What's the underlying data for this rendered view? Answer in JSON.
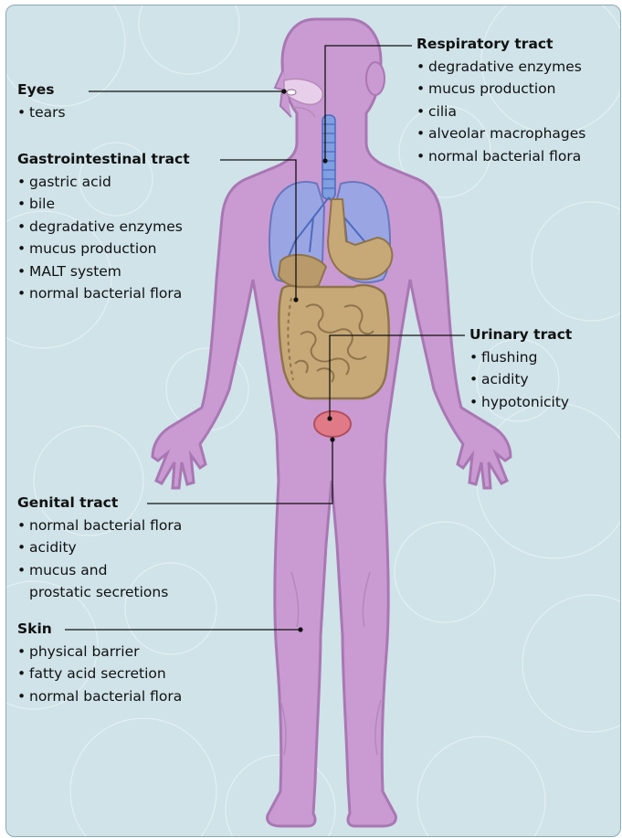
{
  "labels": {
    "eyes": {
      "title": "Eyes",
      "items": [
        "tears"
      ]
    },
    "respiratory": {
      "title": "Respiratory tract",
      "items": [
        "degradative enzymes",
        "mucus production",
        "cilia",
        "alveolar macrophages",
        "normal bacterial flora"
      ]
    },
    "gastrointestinal": {
      "title": "Gastrointestinal tract",
      "items": [
        "gastric acid",
        "bile",
        "degradative enzymes",
        "mucus production",
        " MALT system",
        "normal bacterial flora"
      ]
    },
    "urinary": {
      "title": "Urinary tract",
      "items": [
        "flushing",
        "acidity",
        "hypotonicity"
      ]
    },
    "genital": {
      "title": "Genital tract",
      "items": [
        "normal bacterial flora",
        "acidity",
        "mucus and",
        "prostatic secretions"
      ]
    },
    "skin": {
      "title": "Skin",
      "items": [
        "physical barrier",
        "fatty acid secretion",
        "normal bacterial flora"
      ]
    }
  },
  "colors": {
    "background": "#cfe3e8",
    "body": "#c99bd2",
    "body_outline": "#a977b3",
    "lungs": "#9aa6e4",
    "digestive": "#c7a978",
    "bladder": "#e07a87",
    "leader_line": "#111111"
  }
}
